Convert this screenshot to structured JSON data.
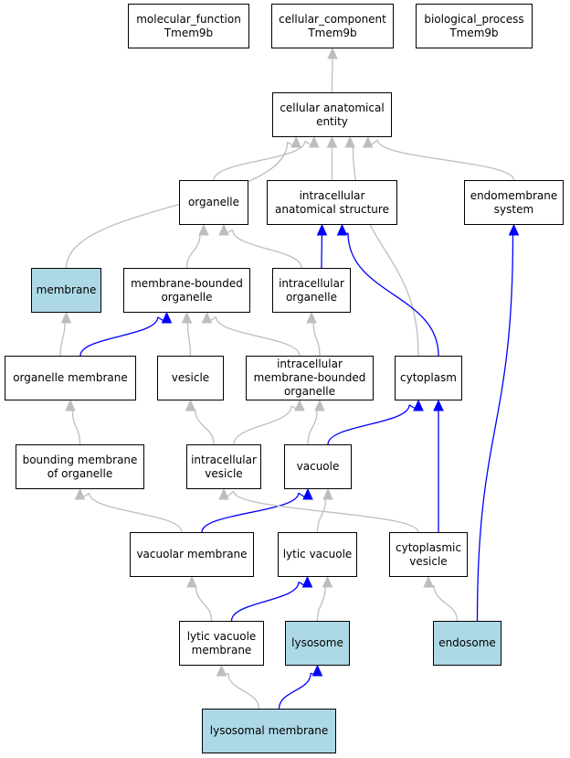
{
  "colors": {
    "highlight": "#add8e6",
    "is_a_edge": "#bebebe",
    "part_of_edge": "#0000ff",
    "border": "#000000"
  },
  "nodes": {
    "molecular_function": {
      "label": "molecular_function\nTmem9b",
      "highlighted": false
    },
    "cellular_component": {
      "label": "cellular_component\nTmem9b",
      "highlighted": false
    },
    "biological_process": {
      "label": "biological_process\nTmem9b",
      "highlighted": false
    },
    "cellular_anatomical_entity": {
      "label": "cellular anatomical\nentity",
      "highlighted": false
    },
    "organelle": {
      "label": "organelle",
      "highlighted": false
    },
    "intracellular_anatomical_structure": {
      "label": "intracellular\nanatomical structure",
      "highlighted": false
    },
    "endomembrane_system": {
      "label": "endomembrane\nsystem",
      "highlighted": false
    },
    "membrane": {
      "label": "membrane",
      "highlighted": true
    },
    "membrane_bounded_organelle": {
      "label": "membrane-bounded\norganelle",
      "highlighted": false
    },
    "intracellular_organelle": {
      "label": "intracellular\norganelle",
      "highlighted": false
    },
    "organelle_membrane": {
      "label": "organelle membrane",
      "highlighted": false
    },
    "vesicle": {
      "label": "vesicle",
      "highlighted": false
    },
    "intracellular_membrane_bounded_organelle": {
      "label": "intracellular\nmembrane-bounded\norganelle",
      "highlighted": false
    },
    "cytoplasm": {
      "label": "cytoplasm",
      "highlighted": false
    },
    "bounding_membrane_of_organelle": {
      "label": "bounding membrane\nof organelle",
      "highlighted": false
    },
    "intracellular_vesicle": {
      "label": "intracellular\nvesicle",
      "highlighted": false
    },
    "vacuole": {
      "label": "vacuole",
      "highlighted": false
    },
    "vacuolar_membrane": {
      "label": "vacuolar membrane",
      "highlighted": false
    },
    "lytic_vacuole": {
      "label": "lytic vacuole",
      "highlighted": false
    },
    "cytoplasmic_vesicle": {
      "label": "cytoplasmic\nvesicle",
      "highlighted": false
    },
    "lytic_vacuole_membrane": {
      "label": "lytic vacuole\nmembrane",
      "highlighted": false
    },
    "lysosome": {
      "label": "lysosome",
      "highlighted": true
    },
    "endosome": {
      "label": "endosome",
      "highlighted": true
    },
    "lysosomal_membrane": {
      "label": "lysosomal membrane",
      "highlighted": true
    }
  },
  "edges": [
    {
      "from": "cellular_anatomical_entity",
      "to": "cellular_component",
      "type": "is_a"
    },
    {
      "from": "organelle",
      "to": "cellular_anatomical_entity",
      "type": "is_a"
    },
    {
      "from": "intracellular_anatomical_structure",
      "to": "cellular_anatomical_entity",
      "type": "is_a"
    },
    {
      "from": "endomembrane_system",
      "to": "cellular_anatomical_entity",
      "type": "is_a"
    },
    {
      "from": "membrane",
      "to": "cellular_anatomical_entity",
      "type": "is_a"
    },
    {
      "from": "cytoplasm",
      "to": "cellular_anatomical_entity",
      "type": "is_a"
    },
    {
      "from": "membrane_bounded_organelle",
      "to": "organelle",
      "type": "is_a"
    },
    {
      "from": "intracellular_organelle",
      "to": "organelle",
      "type": "is_a"
    },
    {
      "from": "intracellular_organelle",
      "to": "intracellular_anatomical_structure",
      "type": "part_of"
    },
    {
      "from": "organelle_membrane",
      "to": "membrane",
      "type": "is_a"
    },
    {
      "from": "organelle_membrane",
      "to": "membrane_bounded_organelle",
      "type": "part_of"
    },
    {
      "from": "vesicle",
      "to": "membrane_bounded_organelle",
      "type": "is_a"
    },
    {
      "from": "intracellular_membrane_bounded_organelle",
      "to": "membrane_bounded_organelle",
      "type": "is_a"
    },
    {
      "from": "intracellular_membrane_bounded_organelle",
      "to": "intracellular_organelle",
      "type": "is_a"
    },
    {
      "from": "cytoplasm",
      "to": "intracellular_anatomical_structure",
      "type": "part_of"
    },
    {
      "from": "bounding_membrane_of_organelle",
      "to": "organelle_membrane",
      "type": "is_a"
    },
    {
      "from": "intracellular_vesicle",
      "to": "vesicle",
      "type": "is_a"
    },
    {
      "from": "intracellular_vesicle",
      "to": "intracellular_membrane_bounded_organelle",
      "type": "is_a"
    },
    {
      "from": "vacuole",
      "to": "intracellular_membrane_bounded_organelle",
      "type": "is_a"
    },
    {
      "from": "vacuole",
      "to": "cytoplasm",
      "type": "part_of"
    },
    {
      "from": "vacuolar_membrane",
      "to": "bounding_membrane_of_organelle",
      "type": "is_a"
    },
    {
      "from": "vacuolar_membrane",
      "to": "vacuole",
      "type": "part_of"
    },
    {
      "from": "lytic_vacuole",
      "to": "vacuole",
      "type": "is_a"
    },
    {
      "from": "cytoplasmic_vesicle",
      "to": "intracellular_vesicle",
      "type": "is_a"
    },
    {
      "from": "cytoplasmic_vesicle",
      "to": "cytoplasm",
      "type": "part_of"
    },
    {
      "from": "lytic_vacuole_membrane",
      "to": "vacuolar_membrane",
      "type": "is_a"
    },
    {
      "from": "lytic_vacuole_membrane",
      "to": "lytic_vacuole",
      "type": "part_of"
    },
    {
      "from": "lysosome",
      "to": "lytic_vacuole",
      "type": "is_a"
    },
    {
      "from": "endosome",
      "to": "cytoplasmic_vesicle",
      "type": "is_a"
    },
    {
      "from": "endosome",
      "to": "endomembrane_system",
      "type": "part_of"
    },
    {
      "from": "lysosomal_membrane",
      "to": "lytic_vacuole_membrane",
      "type": "is_a"
    },
    {
      "from": "lysosomal_membrane",
      "to": "lysosome",
      "type": "part_of"
    }
  ]
}
